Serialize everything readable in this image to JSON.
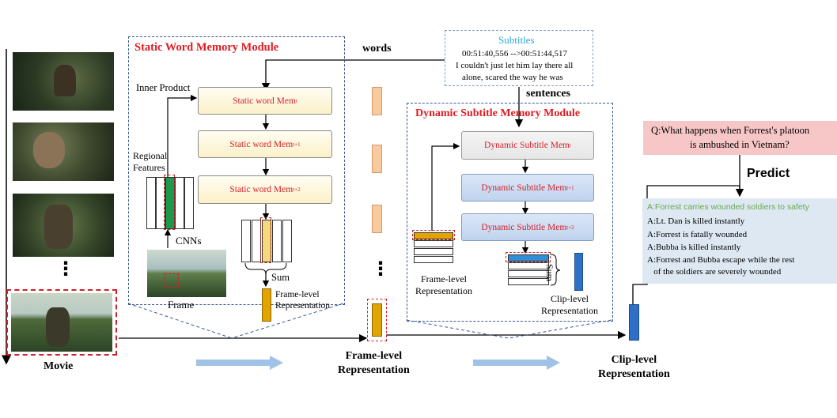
{
  "modules": {
    "static_word": {
      "title": "Static Word Memory Module",
      "mems": [
        "Static word Mem",
        "Static word Mem",
        "Static word Mem"
      ],
      "mem_sups": [
        "t",
        "t+1",
        "t+2"
      ],
      "inner_product": "Inner Product",
      "regional_features": "Regional\nFeatures",
      "cnns": "CNNs",
      "frame": "Frame",
      "sum": "Sum",
      "frame_level": "Frame-level\nRepresentation"
    },
    "dynamic_subtitle": {
      "title": "Dynamic Subtitle Memory Module",
      "mems": [
        "Dynamic Subtitle Mem",
        "Dynamic Subtitle Mem",
        "Dynamic Subtitle Mem"
      ],
      "mem_sups": [
        "t",
        "t+1",
        "t+2"
      ],
      "frame_level": "Frame-level\nRepresentation",
      "sum": "Sum",
      "clip_level": "Clip-level\nRepresentation"
    }
  },
  "subtitles": {
    "title": "Subtitles",
    "timestamp": "00:51:40,556 -->00:51:44,517",
    "line1": "I couldn't just let him lay there all",
    "line2": "alone, scared the way he was"
  },
  "labels": {
    "words": "words",
    "sentences": "sentences",
    "movie": "Movie",
    "frame_level": "Frame-level\nRepresentation",
    "clip_level": "Clip-level\nRepresentation",
    "predict": "Predict",
    "dots": "⋮"
  },
  "question": {
    "text_line1": "Q:What happens when Forrest's platoon",
    "text_line2": "is ambushed in Vietnam?"
  },
  "answers": {
    "correct": "A:Forrest carries wounded soldiers to safety",
    "others": [
      "A:Lt.  Dan is killed instantly",
      "A:Forrest is fatally wounded",
      "A:Bubba is killed instantly",
      "A:Forrest and Bubba escape while the rest",
      "   of the soldiers are severely wounded"
    ]
  },
  "colors": {
    "module_border": "#3b5998",
    "red_title": "#e01b22",
    "subtitle_blue": "#2ba7d6",
    "answer_green": "#6aa84f",
    "question_bg": "#f7c6c7",
    "answers_bg": "#dde8f2",
    "orange": "#e2a400",
    "blue": "#2e6fc8"
  },
  "icons": [
    "movie-frame-icons",
    "arrow-icons"
  ]
}
